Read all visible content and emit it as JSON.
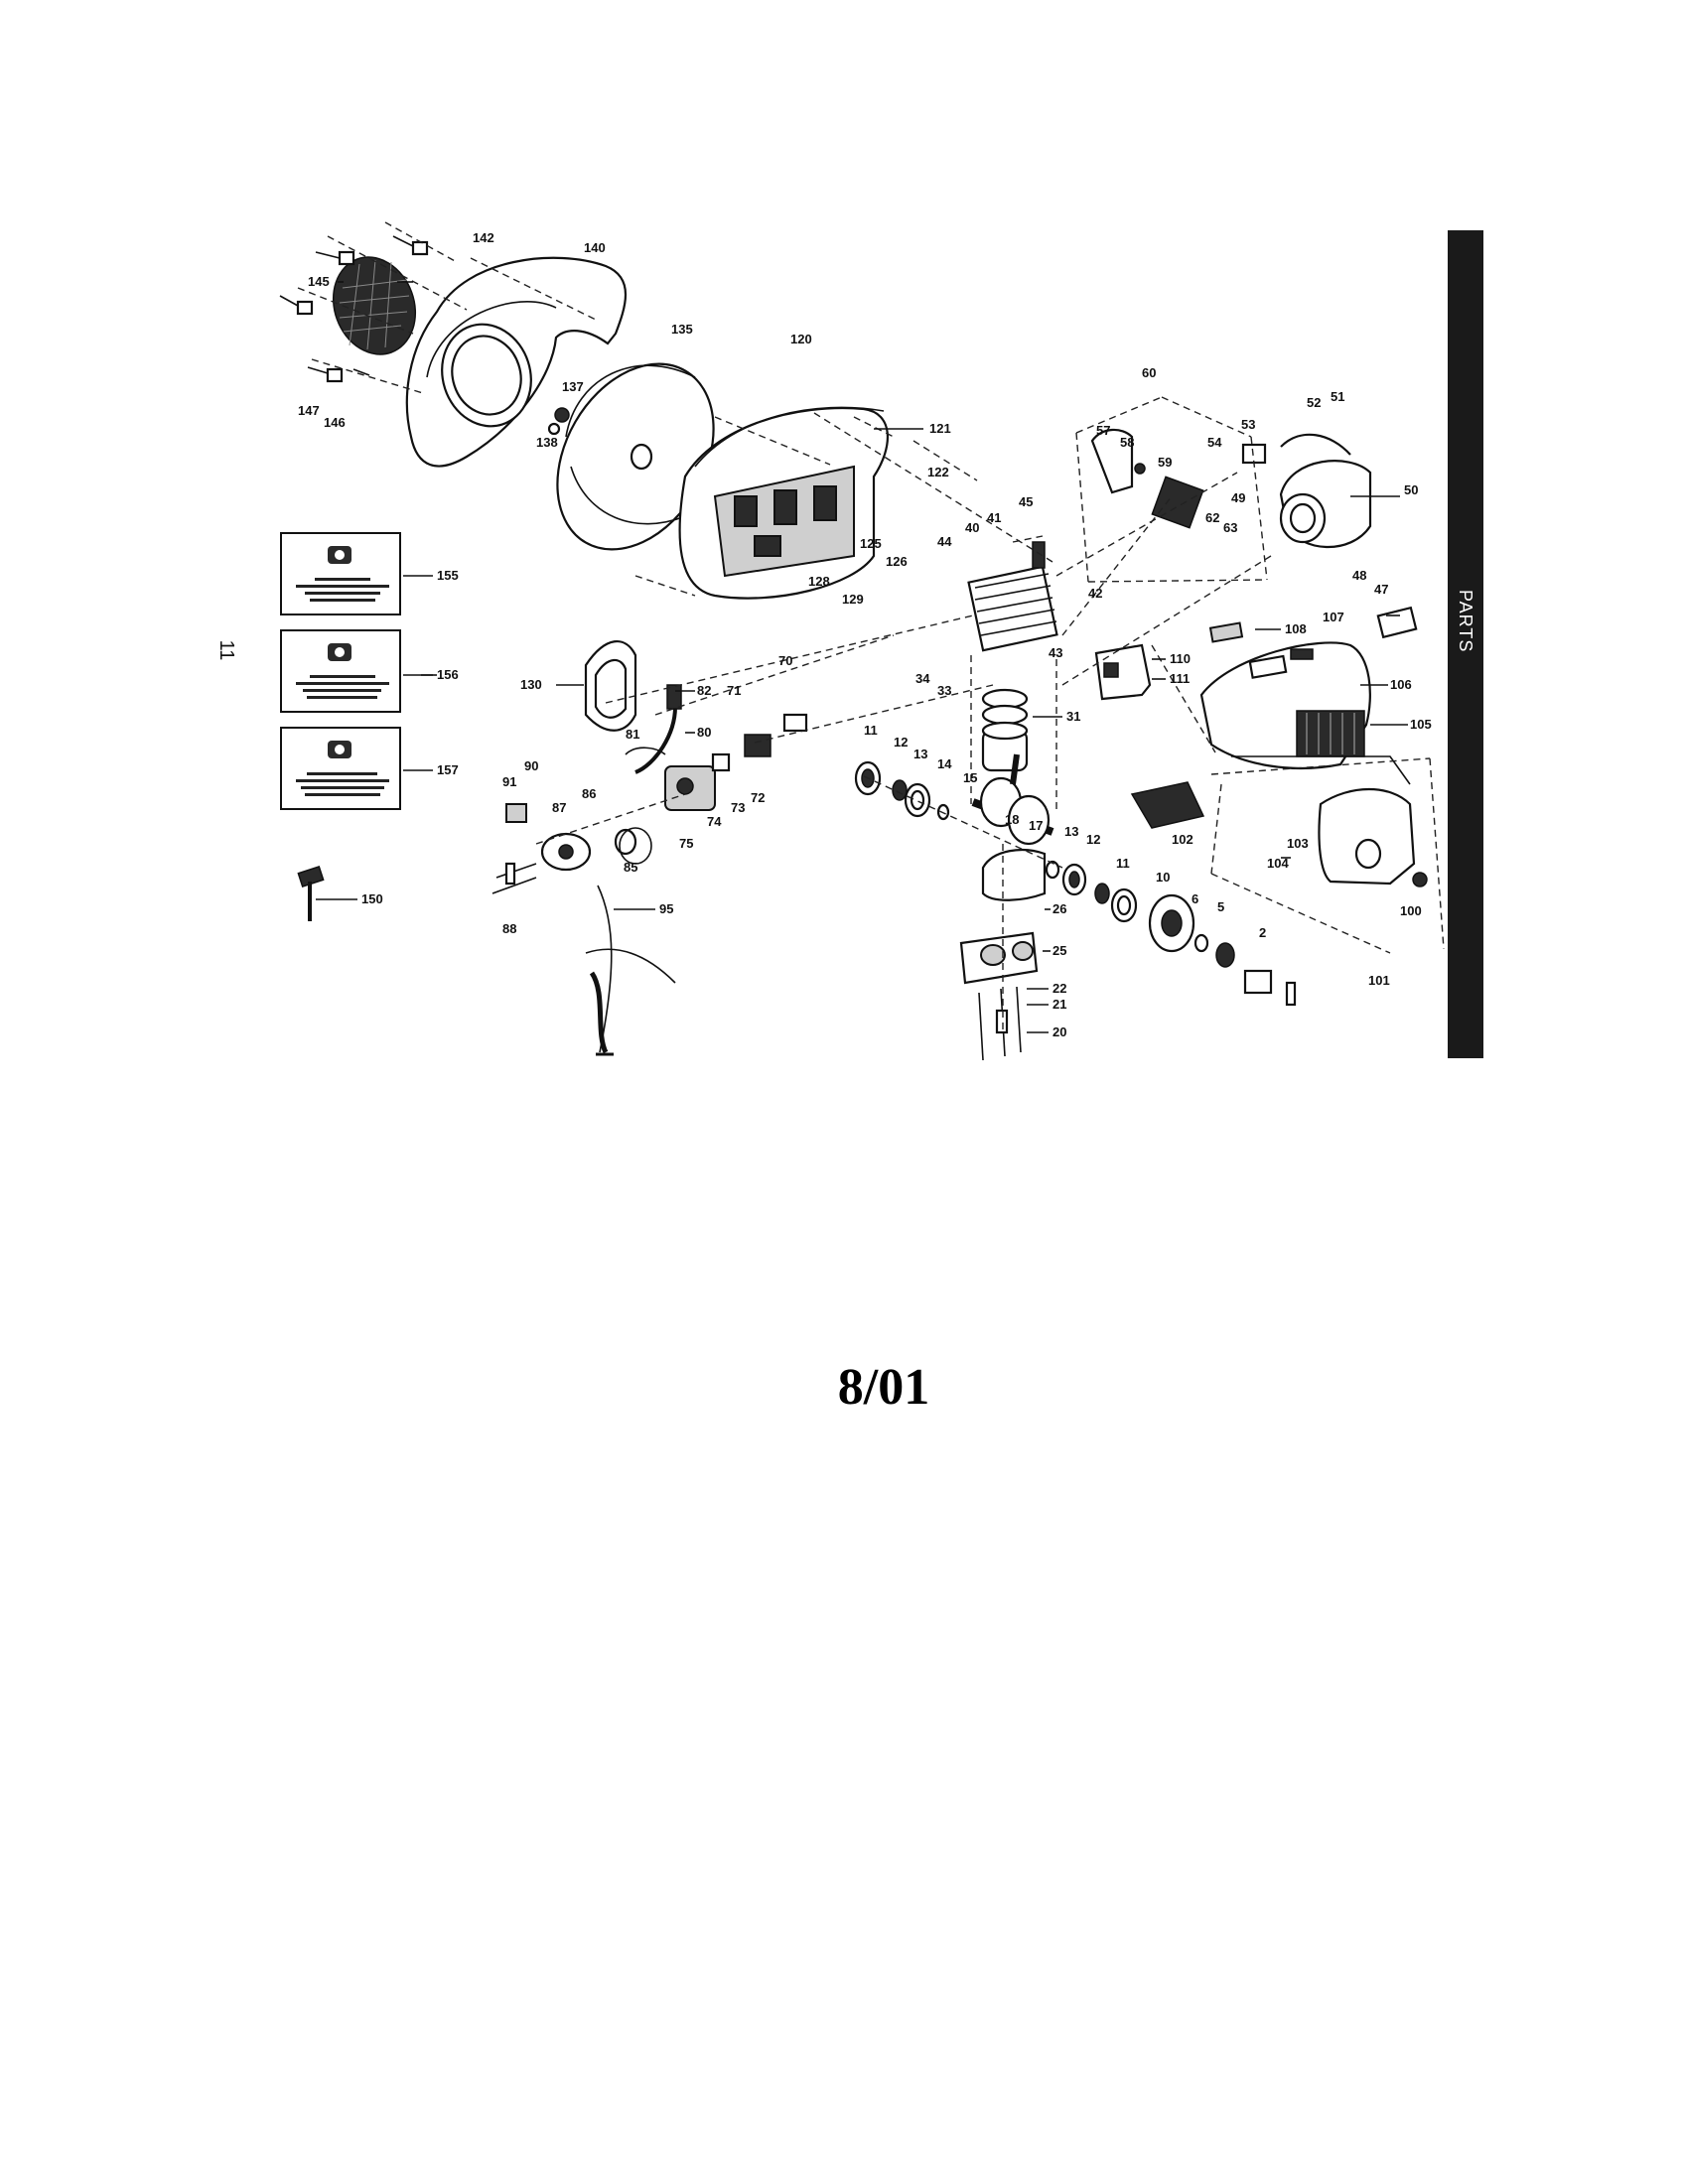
{
  "page_number": "11",
  "side_tab_label": "PARTS",
  "date": "8/01",
  "part_numbers": [
    "142",
    "140",
    "145",
    "147",
    "146",
    "135",
    "137",
    "138",
    "120",
    "121",
    "122",
    "60",
    "52",
    "51",
    "53",
    "57",
    "58",
    "54",
    "59",
    "50",
    "49",
    "62",
    "63",
    "48",
    "47",
    "45",
    "41",
    "40",
    "125",
    "126",
    "44",
    "128",
    "129",
    "42",
    "43",
    "108",
    "107",
    "110",
    "111",
    "106",
    "105",
    "155",
    "156",
    "157",
    "130",
    "82",
    "80",
    "81",
    "71",
    "70",
    "34",
    "33",
    "31",
    "11",
    "12",
    "13",
    "14",
    "15",
    "17",
    "18",
    "12",
    "13",
    "11",
    "10",
    "6",
    "5",
    "2",
    "26",
    "25",
    "22",
    "21",
    "20",
    "91",
    "90",
    "87",
    "86",
    "85",
    "75",
    "74",
    "73",
    "72",
    "88",
    "95",
    "150",
    "102",
    "103",
    "104",
    "100",
    "101"
  ],
  "kit_cards": [
    {
      "number": "155"
    },
    {
      "number": "156"
    },
    {
      "number": "157"
    }
  ],
  "colors": {
    "ink": "#111111",
    "side_bar": "#1a1a1a",
    "paper": "#ffffff"
  }
}
